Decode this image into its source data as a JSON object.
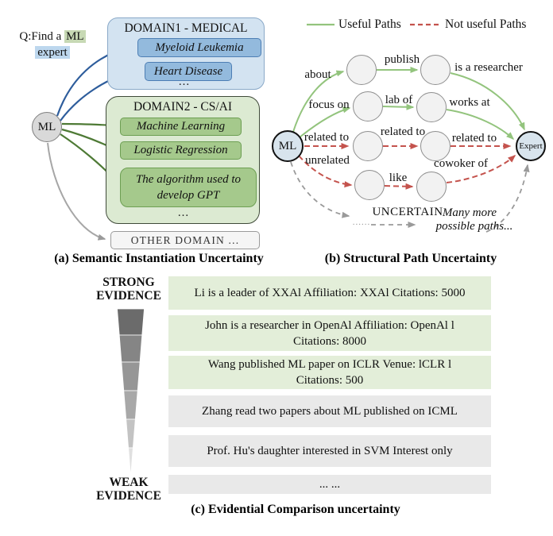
{
  "colors": {
    "useful_green": "#93c47d",
    "not_useful_red": "#c4534d",
    "uncertain_gray": "#9a9a9a",
    "blue_arrow": "#2e5d9c",
    "dark_green_arrow": "#4e7a35",
    "domain1_fill": "#d3e3f1",
    "medical_item_fill": "#93badd",
    "domain2_fill": "#dcead2",
    "cs_item_fill": "#a5c98c",
    "evidence_strong_fill": "#e3eed9",
    "evidence_weak_fill": "#e9e9e9"
  },
  "panel_a": {
    "question_prefix": "Q:Find a ",
    "question_ml": "ML",
    "question_expert": "expert",
    "ml_node": "ML",
    "domain1": {
      "title": "DOMAIN1 - MEDICAL",
      "items": [
        "Myeloid Leukemia",
        "Heart Disease"
      ],
      "more": "..."
    },
    "domain2": {
      "title": "DOMAIN2 - CS/AI",
      "items": [
        "Machine Learning",
        "Logistic Regression",
        "The algorithm used to develop GPT"
      ],
      "more": "..."
    },
    "other_domain": "OTHER DOMAIN ...",
    "caption": "(a) Semantic Instantiation Uncertainty"
  },
  "panel_b": {
    "legend": {
      "useful": "Useful Paths",
      "not_useful": "Not useful Paths"
    },
    "ml_node": "ML",
    "expert_node": "Expert",
    "labels": {
      "about": "about",
      "publish": "publish",
      "is_a_researcher": "is a researcher",
      "focus_on": "focus on",
      "lab_of": "lab of",
      "works_at": "works at",
      "related_to_1": "related to",
      "related_to_2": "related to",
      "related_to_3": "related to",
      "unrelated": "unrelated",
      "like": "like",
      "cowoker_of": "cowoker of",
      "uncertain": "UNCERTAIN",
      "tiny_dots": "......",
      "many_more_1": "Many more",
      "many_more_2": "possible paths..."
    },
    "caption": "(b) Structural Path Uncertainty"
  },
  "panel_c": {
    "strong_label_1": "STRONG",
    "strong_label_2": "EVIDENCE",
    "weak_label_1": "WEAK",
    "weak_label_2": "EVIDENCE",
    "rows": [
      {
        "text": "Li is a leader of XXAl Affiliation: XXAl Citations: 5000",
        "strength": "strong"
      },
      {
        "text": "John is a researcher in OpenAl Affiliation: OpenAl l Citations: 8000",
        "strength": "strong"
      },
      {
        "text": "Wang published ML paper on ICLR Venue: lCLR l Citations: 500",
        "strength": "strong"
      },
      {
        "text": "Zhang read two papers about ML published on ICML",
        "strength": "weak"
      },
      {
        "text": "Prof. Hu's daughter interested in SVM Interest only",
        "strength": "weak"
      },
      {
        "text": "... ...",
        "strength": "weak"
      }
    ],
    "caption": "(c) Evidential Comparison uncertainty"
  }
}
